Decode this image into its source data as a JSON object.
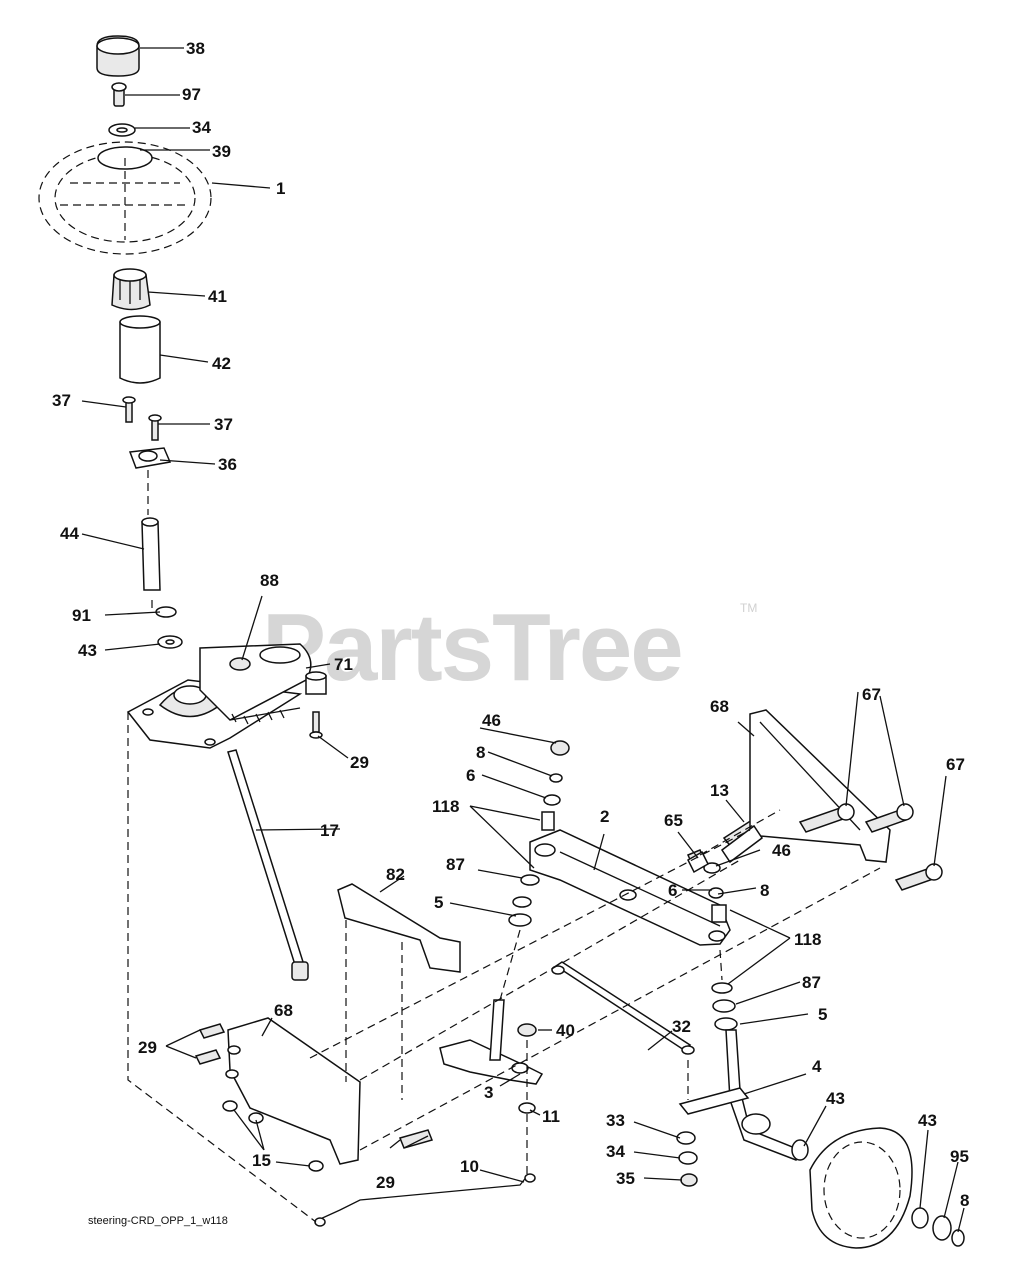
{
  "watermark": {
    "brand": "PartsTree",
    "trademark": "TM"
  },
  "caption": "steering-CRD_OPP_1_w118",
  "callouts": [
    {
      "id": "c38",
      "text": "38"
    },
    {
      "id": "c97",
      "text": "97"
    },
    {
      "id": "c34a",
      "text": "34"
    },
    {
      "id": "c39",
      "text": "39"
    },
    {
      "id": "c1",
      "text": "1"
    },
    {
      "id": "c41",
      "text": "41"
    },
    {
      "id": "c42",
      "text": "42"
    },
    {
      "id": "c37a",
      "text": "37"
    },
    {
      "id": "c37b",
      "text": "37"
    },
    {
      "id": "c36",
      "text": "36"
    },
    {
      "id": "c44",
      "text": "44"
    },
    {
      "id": "c88",
      "text": "88"
    },
    {
      "id": "c91",
      "text": "91"
    },
    {
      "id": "c43a",
      "text": "43"
    },
    {
      "id": "c71",
      "text": "71"
    },
    {
      "id": "c29a",
      "text": "29"
    },
    {
      "id": "c17",
      "text": "17"
    },
    {
      "id": "c46a",
      "text": "46"
    },
    {
      "id": "c8a",
      "text": "8"
    },
    {
      "id": "c6a",
      "text": "6"
    },
    {
      "id": "c118a",
      "text": "118"
    },
    {
      "id": "c2",
      "text": "2"
    },
    {
      "id": "c65",
      "text": "65"
    },
    {
      "id": "c13",
      "text": "13"
    },
    {
      "id": "c46b",
      "text": "46"
    },
    {
      "id": "c68a",
      "text": "68"
    },
    {
      "id": "c67a",
      "text": "67"
    },
    {
      "id": "c67b",
      "text": "67"
    },
    {
      "id": "c87a",
      "text": "87"
    },
    {
      "id": "c82",
      "text": "82"
    },
    {
      "id": "c5a",
      "text": "5"
    },
    {
      "id": "c6b",
      "text": "6"
    },
    {
      "id": "c8b",
      "text": "8"
    },
    {
      "id": "c118b",
      "text": "118"
    },
    {
      "id": "c87b",
      "text": "87"
    },
    {
      "id": "c5b",
      "text": "5"
    },
    {
      "id": "c40",
      "text": "40"
    },
    {
      "id": "c32",
      "text": "32"
    },
    {
      "id": "c68b",
      "text": "68"
    },
    {
      "id": "c29b",
      "text": "29"
    },
    {
      "id": "c3",
      "text": "3"
    },
    {
      "id": "c4",
      "text": "4"
    },
    {
      "id": "c43b",
      "text": "43"
    },
    {
      "id": "c11",
      "text": "11"
    },
    {
      "id": "c33",
      "text": "33"
    },
    {
      "id": "c34b",
      "text": "34"
    },
    {
      "id": "c35",
      "text": "35"
    },
    {
      "id": "c15",
      "text": "15"
    },
    {
      "id": "c29c",
      "text": "29"
    },
    {
      "id": "c10",
      "text": "10"
    },
    {
      "id": "c43c",
      "text": "43"
    },
    {
      "id": "c95",
      "text": "95"
    },
    {
      "id": "c8c",
      "text": "8"
    }
  ]
}
